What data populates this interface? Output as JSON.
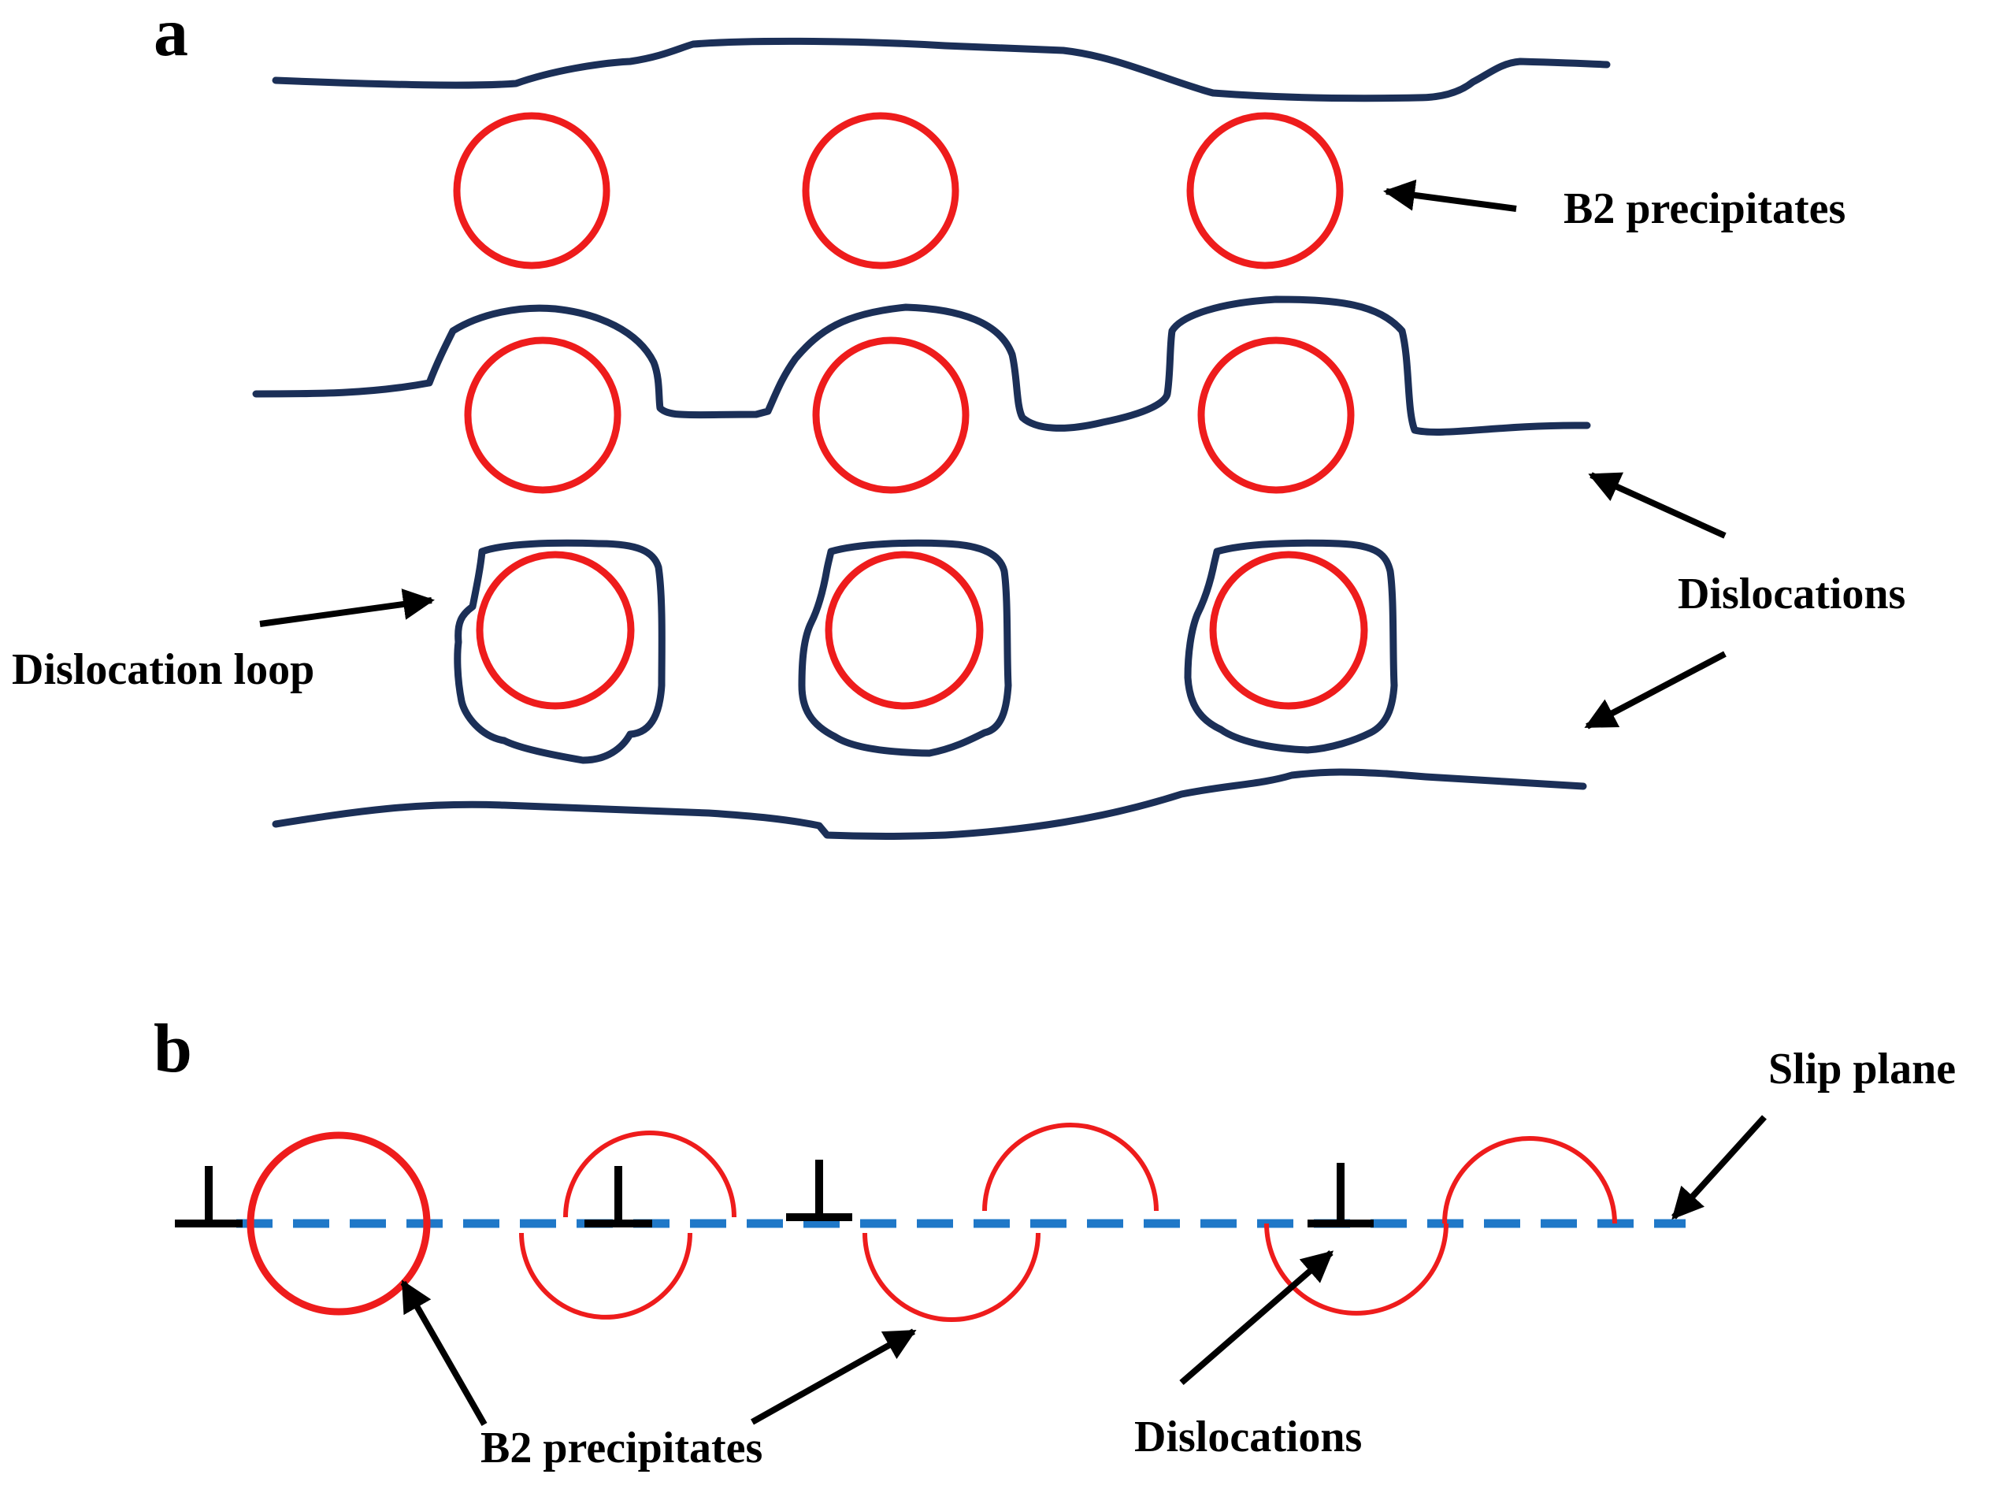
{
  "panels": {
    "a": {
      "label": "a",
      "labels": {
        "precipitates": "B2 precipitates",
        "dislocations": "Dislocations",
        "loop": "Dislocation loop"
      }
    },
    "b": {
      "label": "b",
      "labels": {
        "slip_plane": "Slip plane",
        "precipitates": "B2 precipitates",
        "dislocations": "Dislocations"
      }
    }
  },
  "colors": {
    "precipitate": "#ee1c1c",
    "dislocation": "#1b2f57",
    "slip_plane": "#1f78c8",
    "arrow": "#000000"
  }
}
